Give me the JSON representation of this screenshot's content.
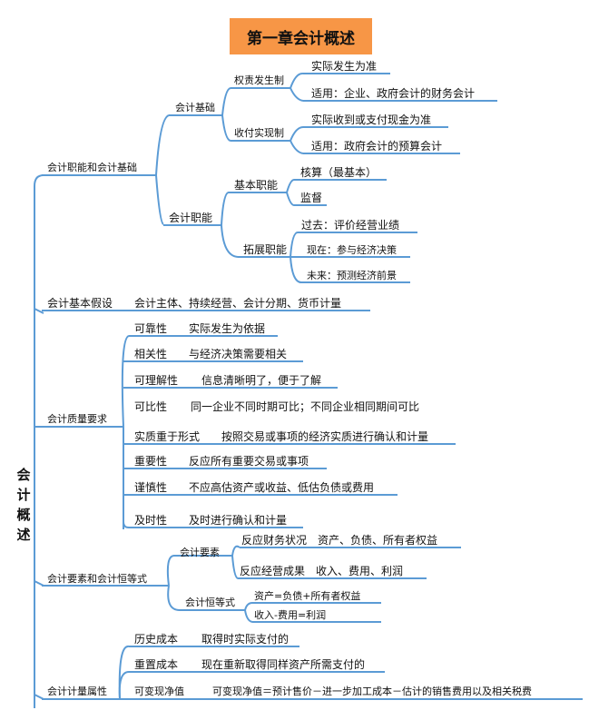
{
  "title": "第一章会计概述",
  "root": "会计概述",
  "colors": {
    "title_bg": "#f79646",
    "line": "#5b9bd5"
  },
  "section1": {
    "label": "会计职能和会计基础",
    "basis": {
      "label": "会计基础",
      "accrual": {
        "label": "权责发生制",
        "rule": "实际发生为准",
        "scope": "适用：企业、政府会计的财务会计"
      },
      "cash": {
        "label": "收付实现制",
        "rule": "实际收到或支付现金为准",
        "scope": "适用：政府会计的预算会计"
      }
    },
    "functions": {
      "label": "会计职能",
      "basic": {
        "label": "基本职能",
        "a": "核算（最基本）",
        "b": "监督"
      },
      "extended": {
        "label": "拓展职能",
        "past": "过去：评价经营业绩",
        "present": "现在：参与经济决策",
        "future": "未来：预测经济前景"
      }
    }
  },
  "section2": {
    "label": "会计基本假设",
    "content": "会计主体、持续经营、会计分期、货币计量"
  },
  "section3": {
    "label": "会计质量要求",
    "items": [
      {
        "name": "可靠性",
        "desc": "实际发生为依据"
      },
      {
        "name": "相关性",
        "desc": "与经济决策需要相关"
      },
      {
        "name": "可理解性",
        "desc": "信息清晰明了，便于了解"
      },
      {
        "name": "可比性",
        "desc": "同一企业不同时期可比；不同企业相同期间可比"
      },
      {
        "name": "实质重于形式",
        "desc": "按照交易或事项的经济实质进行确认和计量"
      },
      {
        "name": "重要性",
        "desc": "反应所有重要交易或事项"
      },
      {
        "name": "谨慎性",
        "desc": "不应高估资产或收益、低估负债或费用"
      },
      {
        "name": "及时性",
        "desc": "及时进行确认和计量"
      }
    ]
  },
  "section4": {
    "label": "会计要素和会计恒等式",
    "elements": {
      "label": "会计要素",
      "a": "反应财务状况　资产、负债、所有者权益",
      "b": "反应经营成果　收入、费用、利润"
    },
    "equations": {
      "label": "会计恒等式",
      "a": "资产=负债+所有者权益",
      "b": "收入-费用=利润"
    }
  },
  "section5": {
    "label": "会计计量属性",
    "items": [
      {
        "name": "历史成本",
        "desc": "取得时实际支付的"
      },
      {
        "name": "重置成本",
        "desc": "现在重新取得同样资产所需支付的"
      },
      {
        "name": "可变现净值",
        "desc": "可变现净值＝预计售价－进一步加工成本－估计的销售费用以及相关税费"
      }
    ]
  }
}
